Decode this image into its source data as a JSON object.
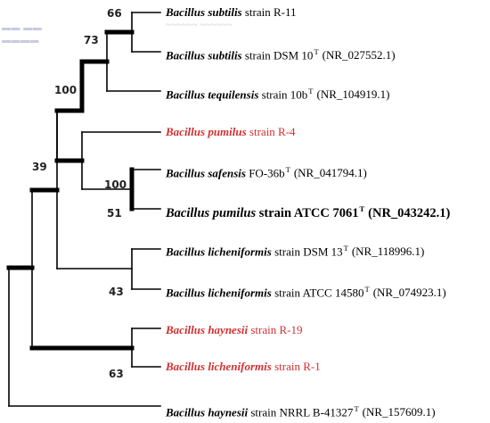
{
  "taxa": [
    {
      "id": "t1",
      "genus": "Bacillus subtilis",
      "rest": " strain R-11",
      "sup": "",
      "accession": "",
      "sample": true,
      "big": false
    },
    {
      "id": "t2",
      "genus": "Bacillus subtilis",
      "rest": " strain DSM 10",
      "sup": "T",
      "accession": "(NR_027552.1)",
      "sample": false,
      "big": false
    },
    {
      "id": "t3",
      "genus": "Bacillus tequilensis",
      "rest": " strain 10b",
      "sup": "T",
      "accession": "(NR_104919.1)",
      "sample": false,
      "big": false
    },
    {
      "id": "t4",
      "genus": "Bacillus pumilus",
      "rest": " strain R-4",
      "sup": "",
      "accession": "",
      "sample": true,
      "big": false
    },
    {
      "id": "t5",
      "genus": "Bacillus safensis",
      "rest": " FO-36b",
      "sup": "T",
      "accession": "(NR_041794.1)",
      "sample": false,
      "big": false
    },
    {
      "id": "t6",
      "genus": "Bacillus pumilus",
      "rest": " strain ATCC 7061",
      "sup": "T",
      "accession": "(NR_043242.1)",
      "sample": false,
      "big": true
    },
    {
      "id": "t7",
      "genus": "Bacillus licheniformis",
      "rest": " strain DSM 13",
      "sup": "T",
      "accession": "(NR_118996.1)",
      "sample": false,
      "big": false
    },
    {
      "id": "t8",
      "genus": "Bacillus licheniformis",
      "rest": " strain ATCC 14580",
      "sup": "T",
      "accession": "(NR_074923.1)",
      "sample": false,
      "big": false
    },
    {
      "id": "t9",
      "genus": "Bacillus haynesii",
      "rest": " strain R-19",
      "sup": "",
      "accession": "",
      "sample": true,
      "big": false
    },
    {
      "id": "t10",
      "genus": "Bacillus licheniformis",
      "rest": " strain R-1",
      "sup": "",
      "accession": "",
      "sample": true,
      "big": false
    },
    {
      "id": "t11",
      "genus": "Bacillus haynesii",
      "rest": " strain NRRL B-41327",
      "sup": "T",
      "accession": "(NR_157609.1)",
      "sample": false,
      "big": false
    }
  ],
  "bootstrap": [
    "66",
    "73",
    "100",
    "100",
    "51",
    "39",
    "43",
    "63"
  ],
  "colors": {
    "sample_highlight": "#d32f2f",
    "branch": "#000000",
    "text": "#000000"
  }
}
